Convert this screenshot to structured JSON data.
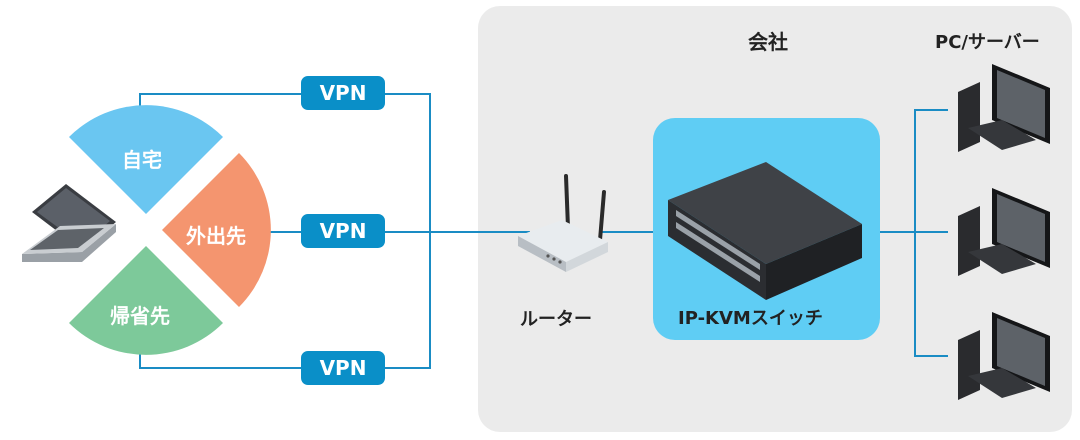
{
  "company_label": "会社",
  "pc_server_label": "PC/サーバー",
  "locations": {
    "home": "自宅",
    "outside": "外出先",
    "hometown": "帰省先"
  },
  "vpn_labels": [
    "VPN",
    "VPN",
    "VPN"
  ],
  "router_label": "ルーター",
  "kvm_label": "IP-KVMスイッチ",
  "colors": {
    "company_bg": "#ebebeb",
    "line": "#1a8cc4",
    "vpn": "#0a8fc8",
    "home": "#6ac6f1",
    "outside": "#f4956f",
    "hometown": "#7dc99a",
    "kvm_bg": "#5fcdf4"
  },
  "icons": [
    "laptop-icon",
    "router-icon",
    "kvm-switch-icon",
    "desktop-pc-icon"
  ]
}
